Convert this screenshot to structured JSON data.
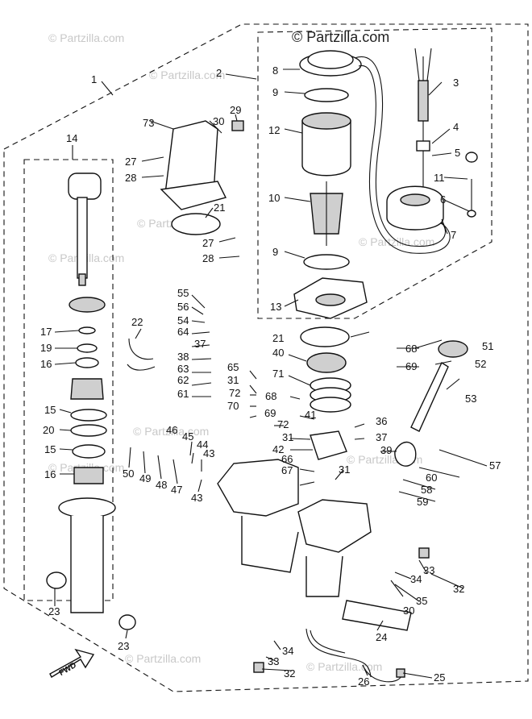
{
  "watermark": {
    "top": "© Partzilla.com",
    "faint": "© Partzilla.com"
  },
  "direction_label": "FWD",
  "callouts": {
    "c1": "1",
    "c2": "2",
    "c3": "3",
    "c4": "4",
    "c5": "5",
    "c6": "6",
    "c7": "7",
    "c8": "8",
    "c9a": "9",
    "c9b": "9",
    "c10": "10",
    "c11": "11",
    "c12": "12",
    "c13": "13",
    "c14": "14",
    "c15a": "15",
    "c15b": "15",
    "c16a": "16",
    "c16b": "16",
    "c17": "17",
    "c19": "19",
    "c20": "20",
    "c21a": "21",
    "c21b": "21",
    "c22": "22",
    "c23a": "23",
    "c23b": "23",
    "c24": "24",
    "c25": "25",
    "c26": "26",
    "c27a": "27",
    "c27b": "27",
    "c28a": "28",
    "c28b": "28",
    "c29": "29",
    "c30a": "30",
    "c30b": "30",
    "c31a": "31",
    "c31b": "31",
    "c31c": "31",
    "c32a": "32",
    "c32b": "32",
    "c33a": "33",
    "c33b": "33",
    "c34a": "34",
    "c34b": "34",
    "c35": "35",
    "c36": "36",
    "c37a": "37",
    "c37b": "37",
    "c38": "38",
    "c39": "39",
    "c40": "40",
    "c41": "41",
    "c42": "42",
    "c43a": "43",
    "c43b": "43",
    "c44": "44",
    "c45": "45",
    "c46": "46",
    "c47": "47",
    "c48": "48",
    "c49": "49",
    "c50": "50",
    "c51": "51",
    "c52": "52",
    "c53": "53",
    "c54": "54",
    "c55": "55",
    "c56": "56",
    "c57": "57",
    "c58": "58",
    "c59": "59",
    "c60": "60",
    "c61": "61",
    "c62": "62",
    "c63": "63",
    "c64": "64",
    "c65": "65",
    "c66": "66",
    "c67": "67",
    "c68a": "68",
    "c68b": "68",
    "c69a": "69",
    "c69b": "69",
    "c70": "70",
    "c71": "71",
    "c72a": "72",
    "c72b": "72",
    "c73": "73"
  }
}
